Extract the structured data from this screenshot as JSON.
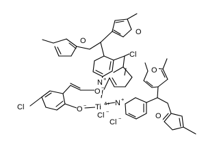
{
  "atoms": {
    "o_fur1": "O",
    "o_fur2": "O",
    "o_fur3": "O",
    "o_fur4": "O",
    "cl_top": "Cl",
    "cl_left": "Cl",
    "n_upper": "N",
    "n_upper_charge": "+",
    "o_upper": "O",
    "o_upper_charge": "−",
    "n_lower": "N",
    "n_lower_charge": "+",
    "ti": "Ti",
    "ti_charge": "4+",
    "o_lower": "O",
    "o_lower_charge": "−",
    "cl_ion1": "Cl",
    "cl_ion1_charge": "−",
    "cl_ion2": "Cl",
    "cl_ion2_charge": "−"
  }
}
